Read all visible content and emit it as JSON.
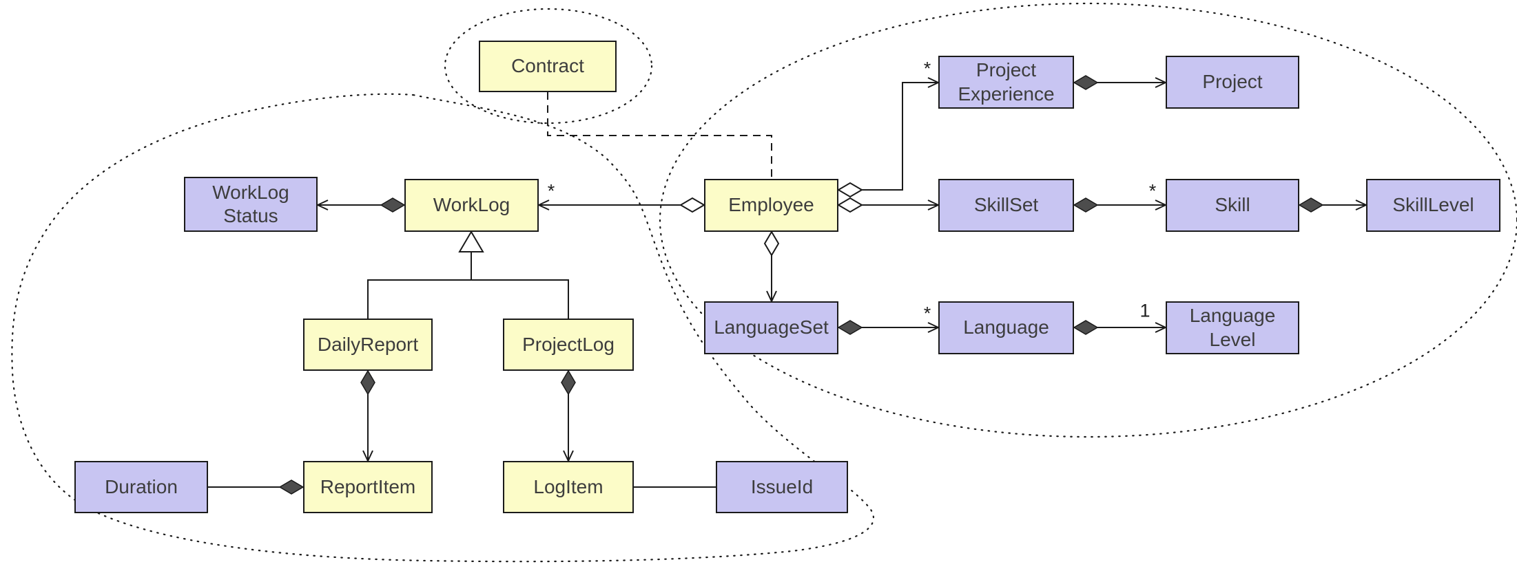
{
  "diagram": {
    "nodes": {
      "contract": {
        "label": "Contract"
      },
      "worklog_status": {
        "label": "WorkLog\nStatus"
      },
      "worklog": {
        "label": "WorkLog"
      },
      "employee": {
        "label": "Employee"
      },
      "project_experience": {
        "label": "Project\nExperience"
      },
      "project": {
        "label": "Project"
      },
      "skillset": {
        "label": "SkillSet"
      },
      "skill": {
        "label": "Skill"
      },
      "skill_level": {
        "label": "SkillLevel"
      },
      "language_set": {
        "label": "LanguageSet"
      },
      "language": {
        "label": "Language"
      },
      "language_level": {
        "label": "Language\nLevel"
      },
      "daily_report": {
        "label": "DailyReport"
      },
      "project_log": {
        "label": "ProjectLog"
      },
      "duration": {
        "label": "Duration"
      },
      "report_item": {
        "label": "ReportItem"
      },
      "log_item": {
        "label": "LogItem"
      },
      "issue_id": {
        "label": "IssueId"
      }
    },
    "multiplicities": {
      "employee_worklog": "*",
      "employee_project_experience": "*",
      "skillset_skill": "*",
      "languageset_language": "*",
      "language_languagelevel": "1"
    },
    "colors": {
      "class_yellow": "#FCFCC8",
      "class_purple": "#C8C5F2",
      "border": "#1A1A1A",
      "text": "#3D3D3D",
      "diamond_fill": "#4D4D4D"
    }
  }
}
